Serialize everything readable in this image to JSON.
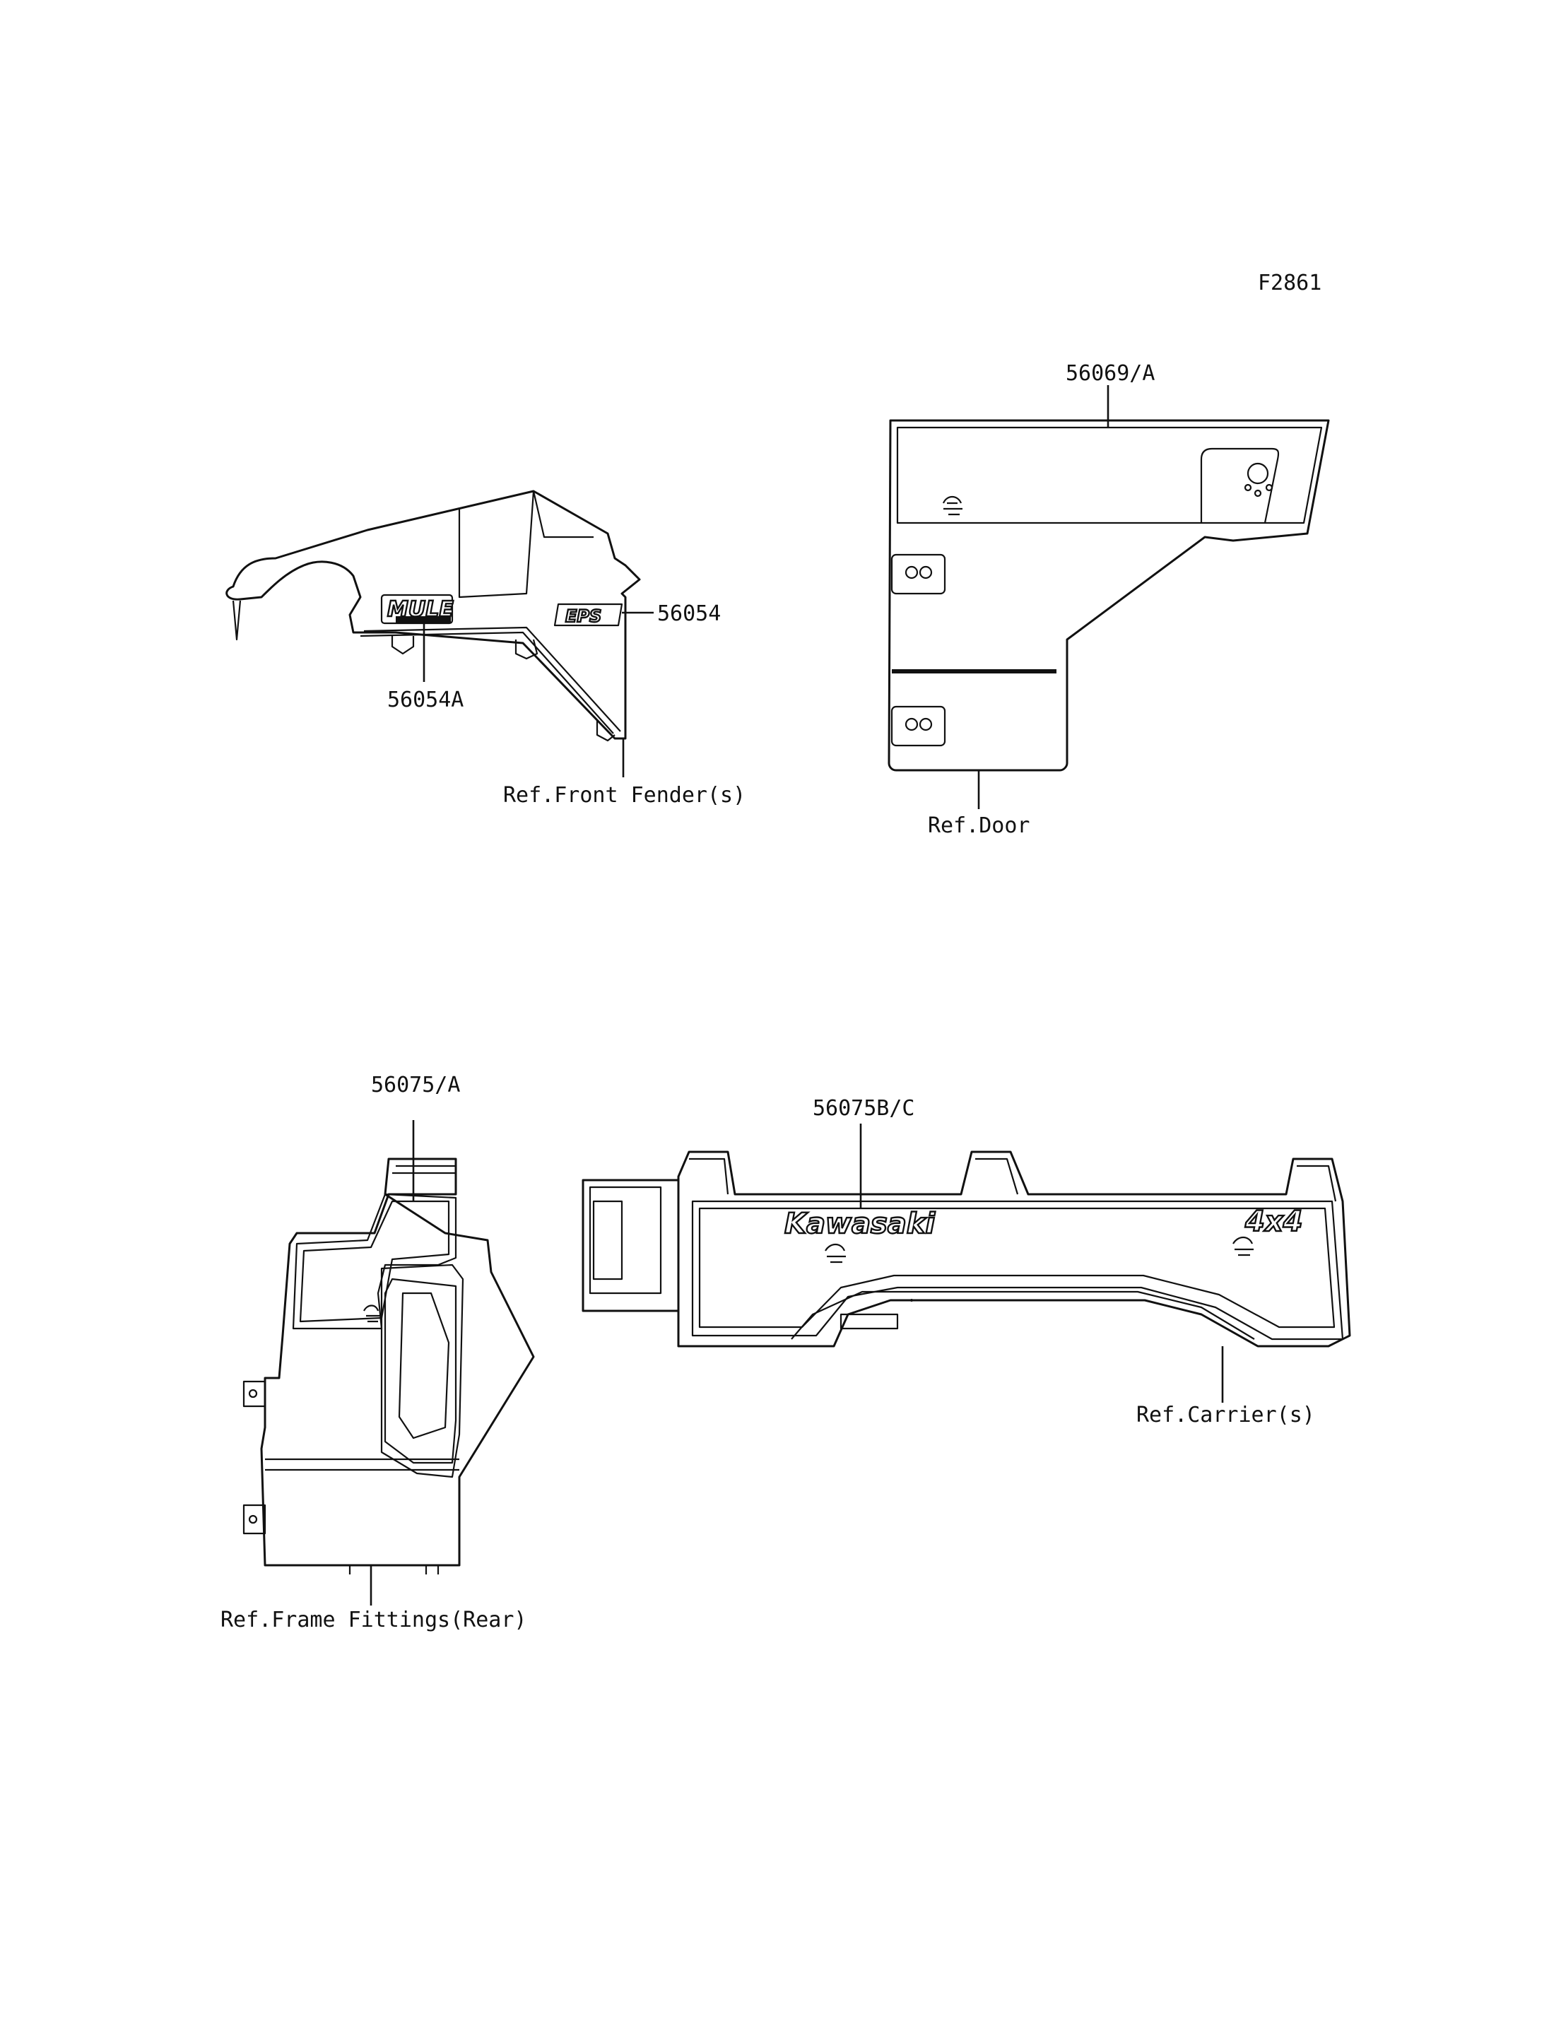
{
  "figure_code": "F2861",
  "callouts": {
    "part_56054": "56054",
    "part_56054A": "56054A",
    "part_56069A": "56069/A",
    "part_56075A": "56075/A",
    "part_56075BC": "56075B/C"
  },
  "references": {
    "front_fender": "Ref.Front Fender(s)",
    "door": "Ref.Door",
    "frame_fittings_rear": "Ref.Frame Fittings(Rear)",
    "carrier": "Ref.Carrier(s)"
  },
  "decal_text": {
    "mule": "MULE",
    "eps": "EPS",
    "kawasaki": "Kawasaki",
    "four_by_four": "4x4"
  },
  "colors": {
    "line": "#111111",
    "background": "#ffffff"
  }
}
